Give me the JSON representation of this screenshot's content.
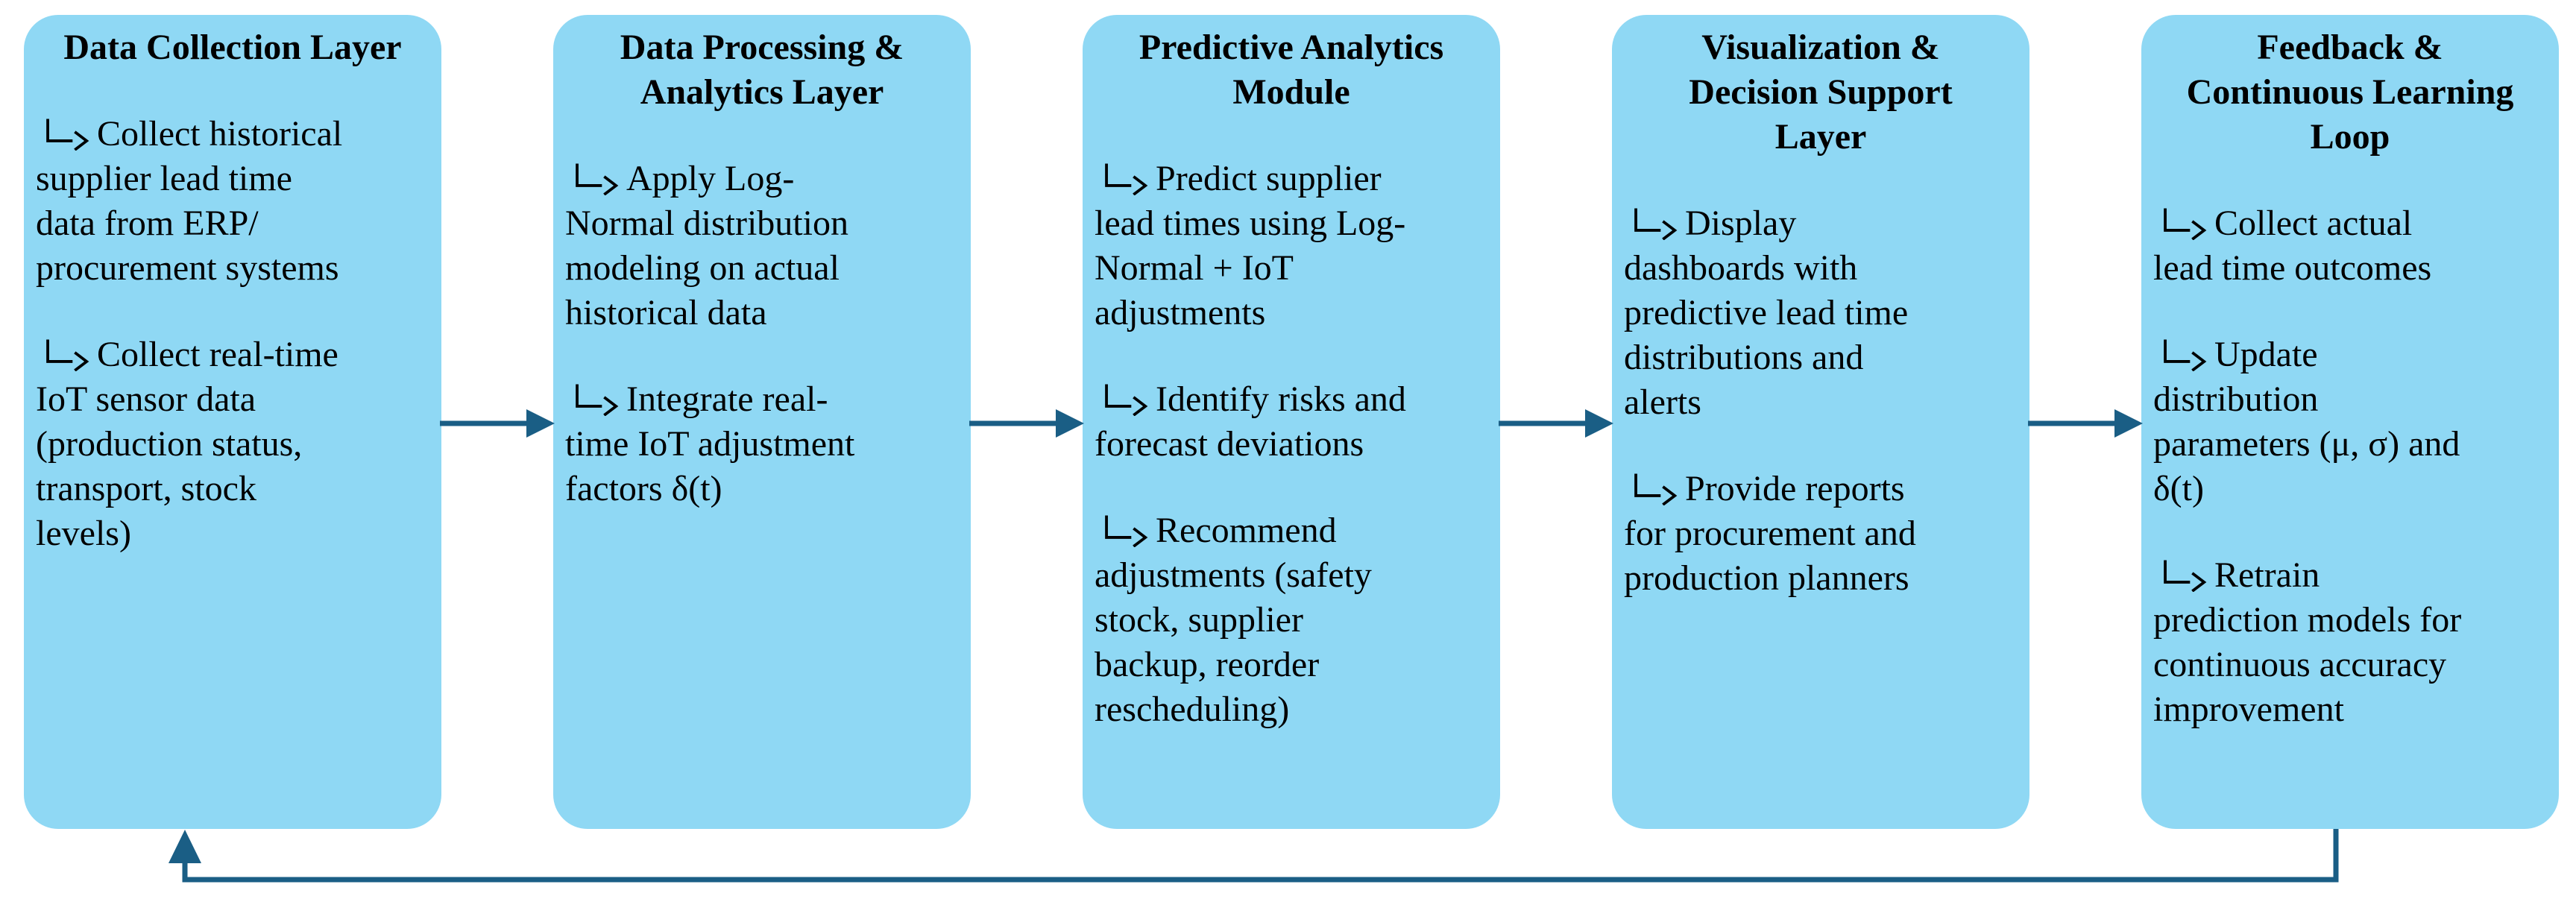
{
  "colors": {
    "box_fill": "#8fd8f4",
    "arrow": "#1a5e85",
    "text": "#000000",
    "background": "#ffffff"
  },
  "icons": {
    "branch_arrow": "└─>"
  },
  "boxes": [
    {
      "title": "Data Collection Layer",
      "bullets": [
        "Collect historical\nsupplier lead time\ndata from ERP/\nprocurement systems",
        "Collect real-time\nIoT sensor data\n(production status,\ntransport, stock\nlevels)"
      ]
    },
    {
      "title": "Data Processing &\nAnalytics Layer",
      "bullets": [
        "Apply Log-\nNormal distribution\nmodeling on actual\nhistorical data",
        "Integrate real-\ntime IoT adjustment\nfactors δ(t)"
      ]
    },
    {
      "title": "Predictive Analytics\nModule",
      "bullets": [
        "Predict supplier\nlead times using Log-\nNormal + IoT\nadjustments",
        "Identify risks and\nforecast deviations",
        "Recommend\nadjustments (safety\nstock, supplier\nbackup, reorder\nrescheduling)"
      ]
    },
    {
      "title": "Visualization &\nDecision Support\nLayer",
      "bullets": [
        "Display\ndashboards with\npredictive lead time\ndistributions and\nalerts",
        "Provide reports\nfor procurement and\nproduction planners"
      ]
    },
    {
      "title": "Feedback &\nContinuous Learning\nLoop",
      "bullets": [
        "Collect actual\nlead time outcomes",
        "Update\ndistribution\nparameters (μ, σ) and\nδ(t)",
        "Retrain\nprediction models for\ncontinuous accuracy\nimprovement"
      ]
    }
  ]
}
